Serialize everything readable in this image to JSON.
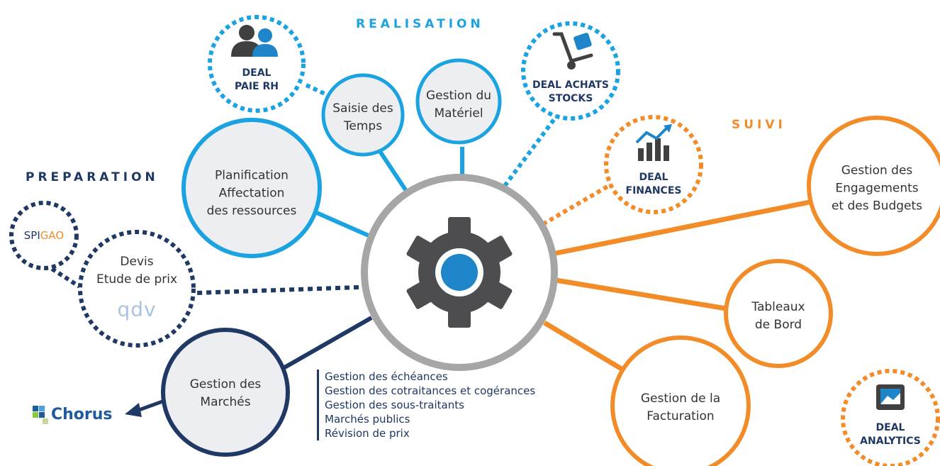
{
  "sections": {
    "realisation": "REALISATION",
    "suivi": "SUIVI",
    "preparation": "PREPARATION"
  },
  "center": {
    "icon": "gear-icon"
  },
  "nodes": {
    "paie_rh": {
      "line1": "DEAL",
      "line2": "PAIE RH",
      "icon": "users-icon"
    },
    "saisie": {
      "line1": "Saisie des",
      "line2": "Temps"
    },
    "materiel": {
      "line1": "Gestion du",
      "line2": "Matériel"
    },
    "achats": {
      "line1": "DEAL ACHATS",
      "line2": "STOCKS",
      "icon": "hand-truck-icon"
    },
    "finances": {
      "line1": "DEAL",
      "line2": "FINANCES",
      "icon": "bar-chart-growth-icon"
    },
    "planification": {
      "line1": "Planification",
      "line2": "Affectation",
      "line3": "des ressources"
    },
    "engagements": {
      "line1": "Gestion des",
      "line2": "Engagements",
      "line3": "et des Budgets"
    },
    "spigao": {
      "part1": "SPI",
      "part2": "GAO"
    },
    "devis": {
      "line1": "Devis",
      "line2": "Etude de prix",
      "logo": "qdv"
    },
    "tableaux": {
      "line1": "Tableaux",
      "line2": "de Bord"
    },
    "marches": {
      "line1": "Gestion des",
      "line2": "Marchés"
    },
    "facturation": {
      "line1": "Gestion de la",
      "line2": "Facturation"
    },
    "analytics": {
      "line1": "DEAL",
      "line2": "ANALYTICS",
      "icon": "image-frame-icon"
    },
    "chorus": {
      "label": "Chorus"
    }
  },
  "features": [
    "Gestion des échéances",
    "Gestion des cotraitances et cogérances",
    "Gestion des sous-traitants",
    "Marchés publics",
    "Révision de prix"
  ],
  "colors": {
    "blue": "#1aa3e0",
    "dark_blue": "#1f3864",
    "orange": "#f28c28",
    "gray_fill": "#eceef1",
    "gear": "#4d4d4f",
    "gear_center": "#1e86c8",
    "center_ring": "#a6a6a6",
    "spigao_orange": "#f28c28"
  }
}
